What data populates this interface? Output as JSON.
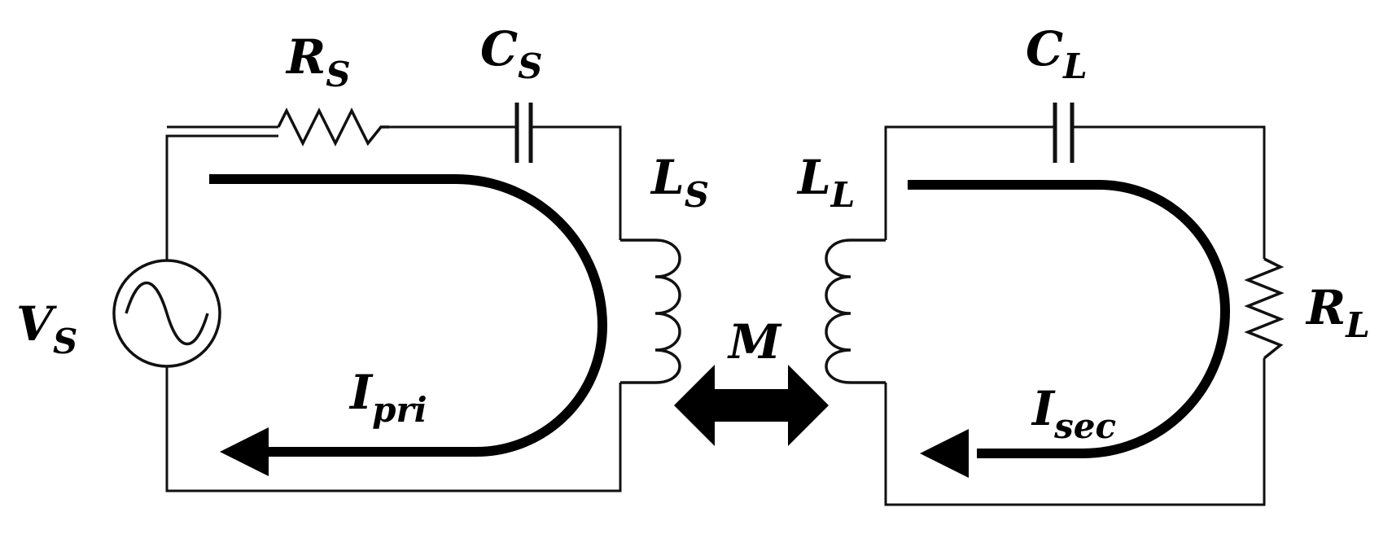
{
  "primary": {
    "source": {
      "main": "V",
      "sub": "S"
    },
    "resistor": {
      "main": "R",
      "sub": "S"
    },
    "capacitor": {
      "main": "C",
      "sub": "S"
    },
    "inductor": {
      "main": "L",
      "sub": "S"
    },
    "current": {
      "main": "I",
      "sub": "pri"
    }
  },
  "mutual": {
    "main": "M"
  },
  "secondary": {
    "capacitor": {
      "main": "C",
      "sub": "L"
    },
    "inductor": {
      "main": "L",
      "sub": "L"
    },
    "resistor": {
      "main": "R",
      "sub": "L"
    },
    "current": {
      "main": "I",
      "sub": "sec"
    }
  }
}
